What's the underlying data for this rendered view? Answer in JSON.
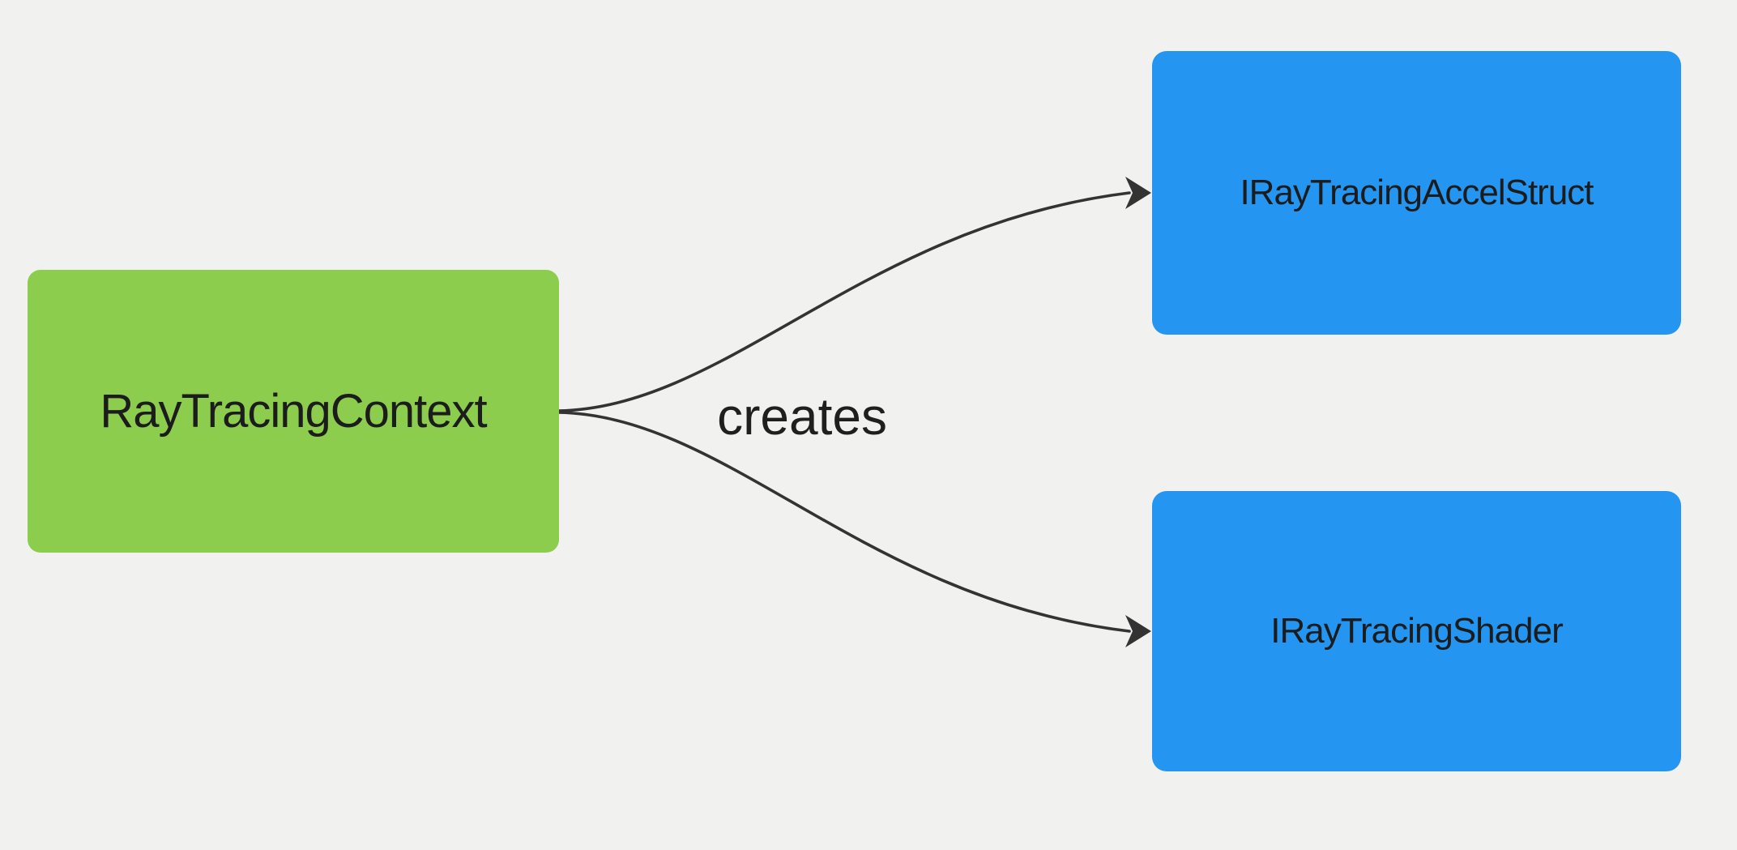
{
  "diagram_type": "flowchart",
  "background_color": "#f1f1f0",
  "colors": {
    "source_node_fill": "#8ccd4e",
    "target_node_fill": "#2495f0",
    "edge_stroke": "#333333",
    "node_text": "#1c1c1c",
    "edge_label_text": "#1f1f1f"
  },
  "nodes": [
    {
      "label": "RayTracingContext",
      "fill": "#8ccd4e"
    },
    {
      "label": "IRayTracingAccelStruct",
      "fill": "#2495f0"
    },
    {
      "label": "IRayTracingShader",
      "fill": "#2495f0"
    }
  ],
  "edges": [
    {
      "from": "RayTracingContext",
      "to": "IRayTracingAccelStruct",
      "label": "creates"
    },
    {
      "from": "RayTracingContext",
      "to": "IRayTracingShader",
      "label": "creates"
    }
  ],
  "edge_label": "creates"
}
